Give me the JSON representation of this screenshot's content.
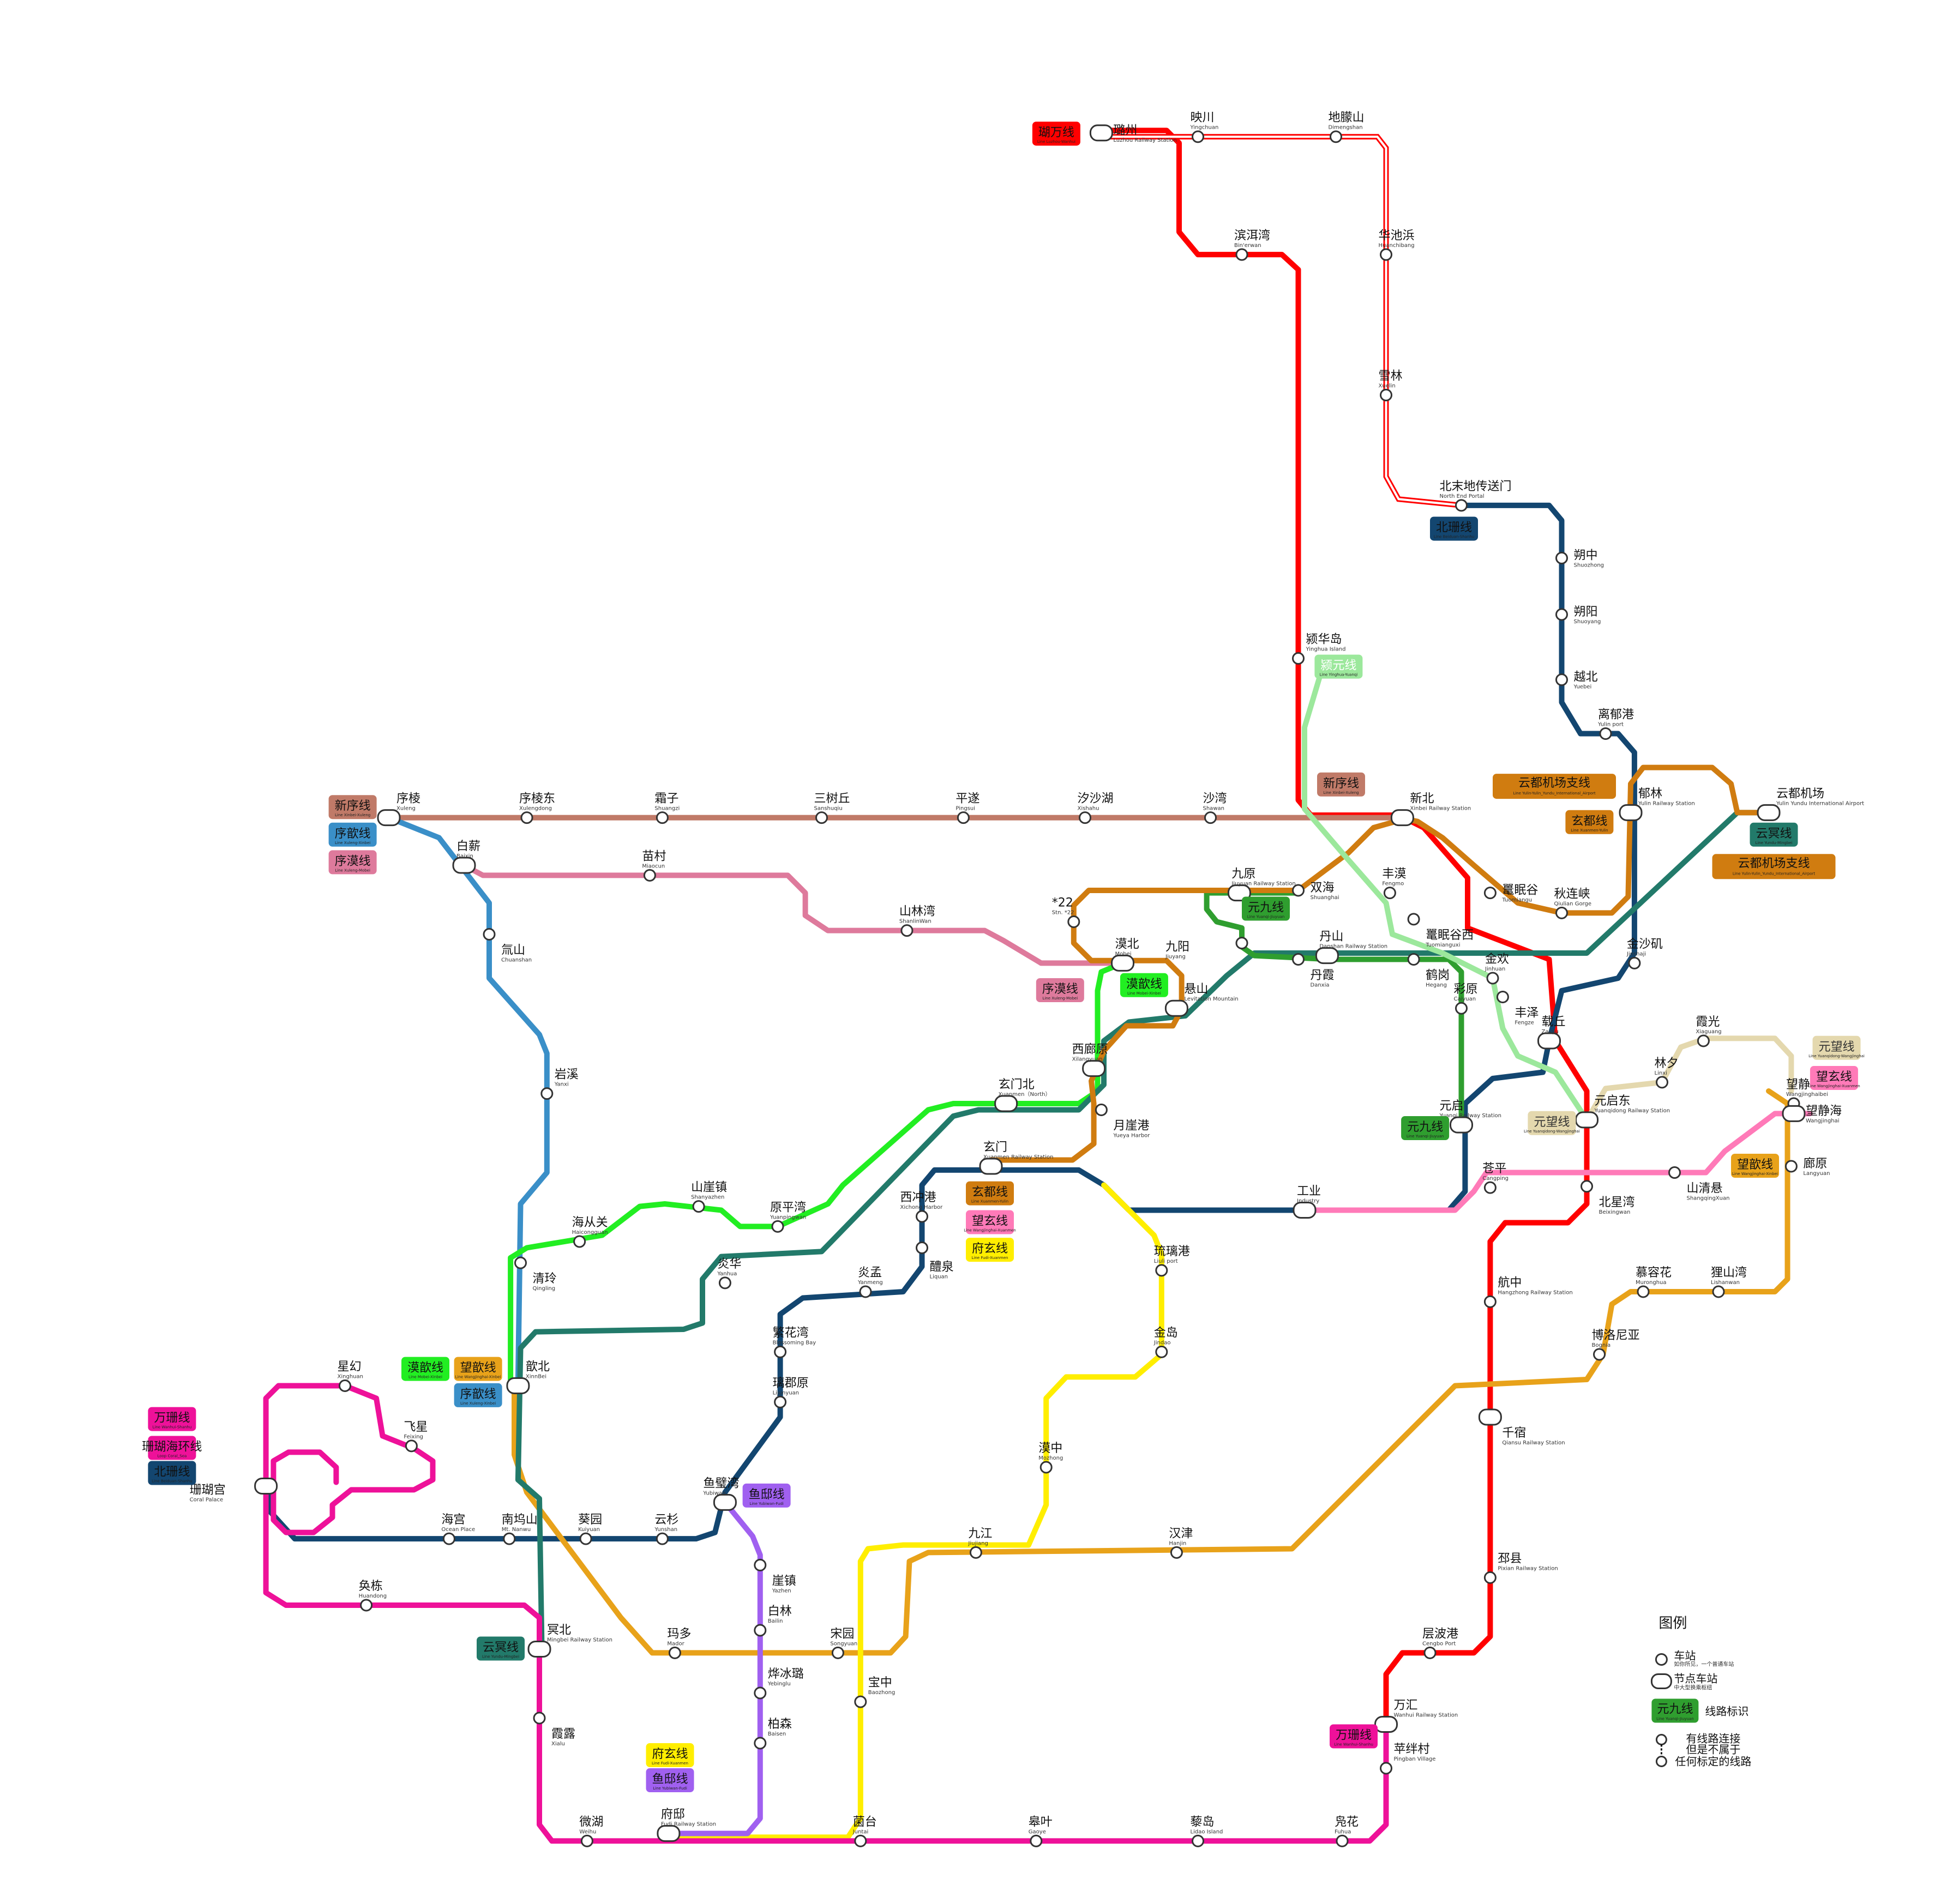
{
  "colors": {
    "zhi_wan": "#ff0000",
    "bei_shan": "#134670",
    "xin_xu": "#c07a68",
    "xu_xin": "#3a8fc8",
    "xu_mo": "#de7a9c",
    "mo_xin": "#22ee22",
    "wang_xin": "#e8a21a",
    "yun_ming": "#227a6a",
    "yuan_jiu": "#2f9e2f",
    "xuan_du": "#d07c10",
    "wang_xuan": "#ff7ab8",
    "fu_xuan": "#ffee00",
    "yu_di": "#a060f0",
    "wan_shan": "#ee1199",
    "ying_yuan": "#9ce89c",
    "yuan_wang": "#e4d8ae",
    "shan_huan": "#ee1199"
  },
  "lines": [
    {
      "key": "zhi_wan",
      "label": "瑚万线",
      "sub": "Line Luzhou-Wanhui"
    },
    {
      "key": "bei_shan",
      "label": "北珊线",
      "sub": "Line Beiduan-Shanhu"
    },
    {
      "key": "xin_xu",
      "label": "新序线",
      "sub": "Line Xinbei-Xuleng"
    },
    {
      "key": "xu_xin",
      "label": "序歆线",
      "sub": "Line Xuleng-Xinbei"
    },
    {
      "key": "xu_mo",
      "label": "序漠线",
      "sub": "Line Xuleng-Mobei"
    },
    {
      "key": "mo_xin",
      "label": "漠歆线",
      "sub": "Line Mobei-Xinbei"
    },
    {
      "key": "wang_xin",
      "label": "望歆线",
      "sub": "Line Wangjinghai-Xinbei"
    },
    {
      "key": "yun_ming",
      "label": "云冥线",
      "sub": "Line Yundu-Mingbei"
    },
    {
      "key": "yuan_jiu",
      "label": "元九线",
      "sub": "Line Yuanqi-Jiuyuan"
    },
    {
      "key": "xuan_du",
      "label": "玄都线",
      "sub": "Line Xuanmen-Yulin"
    },
    {
      "key": "wang_xuan",
      "label": "望玄线",
      "sub": "Line Wangjinghai-Xuanmen"
    },
    {
      "key": "fu_xuan",
      "label": "府玄线",
      "sub": "Line Fudi-Xuanmen"
    },
    {
      "key": "yu_di",
      "label": "鱼邸线",
      "sub": "Line Yubiwan-Fudi"
    },
    {
      "key": "wan_shan",
      "label": "万珊线",
      "sub": "Line Wanhui-Shanhu"
    },
    {
      "key": "ying_yuan",
      "label": "颍元线",
      "sub": "Line Yinghua-Yuanqi"
    },
    {
      "key": "yuan_wang",
      "label": "元望线",
      "sub": "Line Yuanqidong-Wangjinghai"
    },
    {
      "key": "shan_huan",
      "label": "珊瑚海环线",
      "sub": "Loop Coral_Sea"
    },
    {
      "key": "airport",
      "label": "云都机场支线",
      "sub": "Line Yulin-Yulin_Yundu_International_Airport"
    }
  ],
  "stations": {
    "luzhou": {
      "cn": "璐州",
      "en": "Luzhou Railway Station"
    },
    "yingchuan": {
      "cn": "映川",
      "en": "Yingchuan"
    },
    "dimengshan": {
      "cn": "地朦山",
      "en": "Dimengshan"
    },
    "binerwan": {
      "cn": "滨洱湾",
      "en": "Bin'erwan"
    },
    "huanchibang": {
      "cn": "华池浜",
      "en": "Huanchibang"
    },
    "xuelin": {
      "cn": "雪林",
      "en": "Xuelin"
    },
    "northend": {
      "cn": "北末地传送门",
      "en": "North End Portal"
    },
    "shuozhong": {
      "cn": "朔中",
      "en": "Shuozhong"
    },
    "shuoyang": {
      "cn": "朔阳",
      "en": "Shuoyang"
    },
    "yuebei": {
      "cn": "越北",
      "en": "Yuebei"
    },
    "yulinport": {
      "cn": "离郁港",
      "en": "Yulin port"
    },
    "yinghua": {
      "cn": "颍华岛",
      "en": "Yinghua Island"
    },
    "xinbei": {
      "cn": "新北",
      "en": "Xinbei Railway Station"
    },
    "yulin": {
      "cn": "郁林",
      "en": "Yulin Railway Station"
    },
    "airport": {
      "cn": "云都机场",
      "en": "Yulin Yundu International Airport"
    },
    "xuleng": {
      "cn": "序棱",
      "en": "Xuleng"
    },
    "xulengdong": {
      "cn": "序棱东",
      "en": "Xulengdong"
    },
    "shuangzi": {
      "cn": "霜子",
      "en": "Shuangzi"
    },
    "sanshuqiu": {
      "cn": "三树丘",
      "en": "Sanshuqiu"
    },
    "pingsui": {
      "cn": "平遂",
      "en": "Pingsui"
    },
    "xishahu": {
      "cn": "汐沙湖",
      "en": "Xishahu"
    },
    "shawan": {
      "cn": "沙湾",
      "en": "Shawan"
    },
    "baixin": {
      "cn": "白薪",
      "en": "Baixin"
    },
    "miaocun": {
      "cn": "苗村",
      "en": "Miaocun"
    },
    "chuanshan": {
      "cn": "氚山",
      "en": "Chuanshan"
    },
    "shanlinwan": {
      "cn": "山林湾",
      "en": "ShanlinWan"
    },
    "stn22": {
      "cn": "*22",
      "en": "Stn. *22"
    },
    "jiuyuan": {
      "cn": "九原",
      "en": "Jiuyuan Railway Station"
    },
    "shuanghai": {
      "cn": "双海",
      "en": "Shuanghai"
    },
    "fengmo": {
      "cn": "丰漠",
      "en": "Fengmo"
    },
    "tuomiangu": {
      "cn": "鼍眠谷",
      "en": "Tuomiangu"
    },
    "qiulian": {
      "cn": "秋连峡",
      "en": "Qiulian Gorge"
    },
    "tuomianguxi": {
      "cn": "鼍眠谷西",
      "en": "Tuomianguxi"
    },
    "jiuyang": {
      "cn": "九阳",
      "en": "Jiuyang"
    },
    "danshan": {
      "cn": "丹山",
      "en": "Danshan Railway Station"
    },
    "mobei": {
      "cn": "漠北",
      "en": "Mobei"
    },
    "levitation": {
      "cn": "悬山",
      "en": "Levitation Mountain"
    },
    "danxia": {
      "cn": "丹霞",
      "en": "Danxia"
    },
    "hegang": {
      "cn": "鹤岗",
      "en": "Hegang"
    },
    "jinhuan": {
      "cn": "金欢",
      "en": "Jinhuan"
    },
    "fengze": {
      "cn": "丰泽",
      "en": "Fengze"
    },
    "jinshaji": {
      "cn": "金沙矶",
      "en": "Jinshaji"
    },
    "caiyuan": {
      "cn": "彩原",
      "en": "Caiyuan"
    },
    "zaiqiu": {
      "cn": "载丘",
      "en": "Zaiqiu"
    },
    "xiaguang": {
      "cn": "霞光",
      "en": "Xiaguang"
    },
    "linxi": {
      "cn": "林夕",
      "en": "Linxi"
    },
    "yuanqidong": {
      "cn": "元启东",
      "en": "Yuanqidong Railway Station"
    },
    "wangjinghaibei": {
      "cn": "望静海北",
      "en": "Wangjinghaibei"
    },
    "wangjinghai": {
      "cn": "望静海",
      "en": "Wangjinghai"
    },
    "langyuan": {
      "cn": "廊原",
      "en": "Langyuan"
    },
    "yuanqi": {
      "cn": "元启",
      "en": "Yuanqi Railway Station"
    },
    "xilangyuan": {
      "cn": "西廊原",
      "en": "Xilangyuan"
    },
    "xuanmennorth": {
      "cn": "玄门北",
      "en": "Xuanmen（North）"
    },
    "yueya": {
      "cn": "月崖港",
      "en": "Yueya Harbor"
    },
    "xuanmen": {
      "cn": "玄门",
      "en": "Xuanmen Railway Station"
    },
    "industry": {
      "cn": "工业",
      "en": "Industry"
    },
    "cangping": {
      "cn": "苍平",
      "en": "Cangping"
    },
    "beixingwan": {
      "cn": "北星湾",
      "en": "Beixingwan"
    },
    "shangqingxuan": {
      "cn": "山清悬",
      "en": "ShangqingXuan"
    },
    "yanxi": {
      "cn": "岩溪",
      "en": "Yanxi"
    },
    "shanyazhen": {
      "cn": "山崖镇",
      "en": "Shanyazhen"
    },
    "yuanpingwan": {
      "cn": "原平湾",
      "en": "Yuanpingwan"
    },
    "haicongguan": {
      "cn": "海从关",
      "en": "Haicongguan"
    },
    "xichong": {
      "cn": "西冲港",
      "en": "Xichong Harbor"
    },
    "liquan": {
      "cn": "醴泉",
      "en": "Liquan"
    },
    "liuli": {
      "cn": "琉璃港",
      "en": "Liuli port"
    },
    "qingling": {
      "cn": "清玲",
      "en": "Qingling"
    },
    "yanhua": {
      "cn": "炎华",
      "en": "Yanhua"
    },
    "yanmeng": {
      "cn": "炎孟",
      "en": "Yanmeng"
    },
    "hangzhong": {
      "cn": "航中",
      "en": "Hangzhong Railway Station"
    },
    "murong": {
      "cn": "慕容花",
      "en": "Muronghua"
    },
    "lishan": {
      "cn": "狸山湾",
      "en": "Lishanwan"
    },
    "jindao": {
      "cn": "金岛",
      "en": "Jindao"
    },
    "blossoming": {
      "cn": "繁花湾",
      "en": "Blossoming Bay"
    },
    "bognia": {
      "cn": "博洛尼亚",
      "en": "Bognia"
    },
    "xinbeiw": {
      "cn": "歆北",
      "en": "XinnBei"
    },
    "xinghuan": {
      "cn": "星幻",
      "en": "Xinghuan"
    },
    "lijunyuan": {
      "cn": "璃郡原",
      "en": "Lijunyuan"
    },
    "feixing": {
      "cn": "飞星",
      "en": "Feixing"
    },
    "qiansu": {
      "cn": "千宿",
      "en": "Qiansu Railway Station"
    },
    "coral": {
      "cn": "珊瑚宫",
      "en": "Coral Palace"
    },
    "mozhong": {
      "cn": "漠中",
      "en": "Mozhong"
    },
    "yubiwan": {
      "cn": "鱼璧湾",
      "en": "Yubiwan"
    },
    "haigong": {
      "cn": "海宫",
      "en": "Ocean Place"
    },
    "nanwu": {
      "cn": "南坞山",
      "en": "Mt. Nanwu"
    },
    "kuiyuan": {
      "cn": "葵园",
      "en": "Kuiyuan"
    },
    "yunshan": {
      "cn": "云杉",
      "en": "Yunshan"
    },
    "jiujiang": {
      "cn": "九江",
      "en": "Jiujiang"
    },
    "hanjin": {
      "cn": "汉津",
      "en": "Hanjin"
    },
    "yazhen": {
      "cn": "崖镇",
      "en": "Yazhen"
    },
    "pixian": {
      "cn": "邳县",
      "en": "Pixian Railway Station"
    },
    "huandong": {
      "cn": "奂栋",
      "en": "Huandong"
    },
    "bailin": {
      "cn": "白林",
      "en": "Bailin"
    },
    "mingbei": {
      "cn": "冥北",
      "en": "Mingbei Railway Station"
    },
    "mador": {
      "cn": "玛多",
      "en": "Mador"
    },
    "songyuan": {
      "cn": "宋园",
      "en": "Songyuan"
    },
    "cengbo": {
      "cn": "层波港",
      "en": "Cengbo Port"
    },
    "yebinglu": {
      "cn": "烨冰璐",
      "en": "Yebinglu"
    },
    "baozhong": {
      "cn": "宝中",
      "en": "Baozhong"
    },
    "xialu": {
      "cn": "霞露",
      "en": "Xialu"
    },
    "baisen": {
      "cn": "柏森",
      "en": "Baisen"
    },
    "wanhui": {
      "cn": "万汇",
      "en": "Wanhui Railway Station"
    },
    "pingban": {
      "cn": "苹绊村",
      "en": "Pingban Village"
    },
    "fudi": {
      "cn": "府邸",
      "en": "Fudi Railway Station"
    },
    "weihu": {
      "cn": "微湖",
      "en": "Weihu"
    },
    "juntai": {
      "cn": "菌台",
      "en": "Juntai"
    },
    "gaoye": {
      "cn": "皋叶",
      "en": "Gaoye"
    },
    "lidao": {
      "cn": "藜岛",
      "en": "Lidao Island"
    },
    "fuhua": {
      "cn": "凫花",
      "en": "Fuhua"
    }
  },
  "legend": {
    "title": "图例",
    "station": "车站",
    "station_sub": "如你所见，一个普通车站",
    "interchange": "节点车站",
    "interchange_sub": "中大型换乘枢纽",
    "line_badge": "元九线",
    "line_badge_sub": "Line Yuanqi-Jiuyuan",
    "line_mark": "线路标识",
    "special1": "有线路连接",
    "special2": "但是不属于",
    "special3": "任何标定的线路"
  }
}
